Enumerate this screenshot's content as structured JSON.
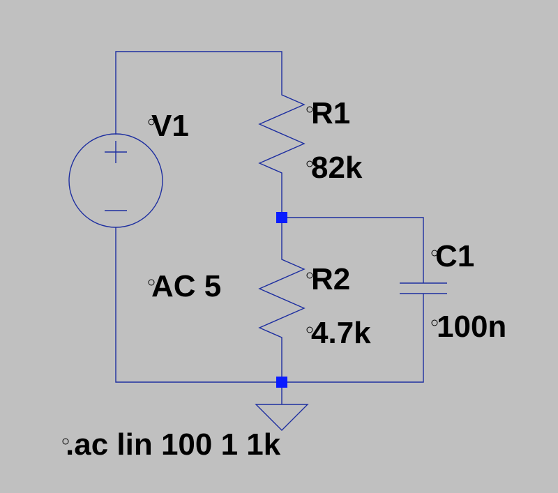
{
  "schematic": {
    "components": {
      "V1": {
        "name": "V1",
        "value": "AC 5"
      },
      "R1": {
        "name": "R1",
        "value": "82k"
      },
      "R2": {
        "name": "R2",
        "value": "4.7k"
      },
      "C1": {
        "name": "C1",
        "value": "100n"
      }
    },
    "directive": ".ac lin 100 1 1k"
  },
  "colors": {
    "background": "#c0c0c0",
    "wire": "#1e2fa0",
    "junction": "#0a1cff",
    "text": "#000000"
  }
}
